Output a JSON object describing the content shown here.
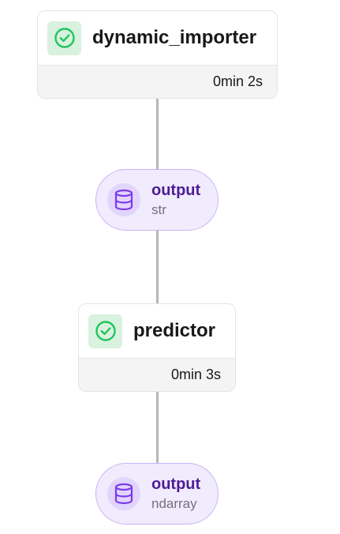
{
  "colors": {
    "success": "#22c55e",
    "success_bg": "#d9f2df",
    "artifact_accent": "#7c3aed",
    "artifact_bg": "#f1ebfe",
    "edge": "#b7b7bb"
  },
  "steps": [
    {
      "name": "dynamic_importer",
      "duration": "0min 2s",
      "status": "completed",
      "status_icon": "check-circle-icon"
    },
    {
      "name": "predictor",
      "duration": "0min 3s",
      "status": "completed",
      "status_icon": "check-circle-icon"
    }
  ],
  "artifacts": [
    {
      "name": "output",
      "type": "str",
      "icon": "database-icon"
    },
    {
      "name": "output",
      "type": "ndarray",
      "icon": "database-icon"
    }
  ]
}
